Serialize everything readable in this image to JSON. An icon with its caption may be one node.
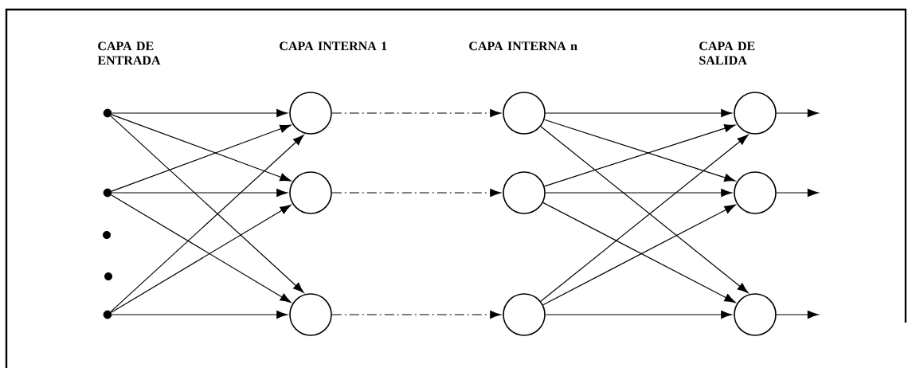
{
  "diagram": {
    "nodes": [
      {
        "text": [],
        "shape": "dot"
      },
      {
        "text": [],
        "shape": "dot"
      },
      {
        "text": [],
        "shape": "dot"
      },
      {
        "text": [],
        "shape": "circle"
      },
      {
        "text": [],
        "shape": "circle"
      },
      {
        "text": [],
        "shape": "circle"
      },
      {
        "text": [],
        "shape": "circle"
      },
      {
        "text": [],
        "shape": "circle"
      },
      {
        "text": [],
        "shape": "circle"
      },
      {
        "text": [],
        "shape": "circle"
      },
      {
        "text": [],
        "shape": "circle"
      },
      {
        "text": [],
        "shape": "circle"
      }
    ],
    "edges": [
      {
        "from": 0,
        "to": 3,
        "arrow": "to"
      },
      {
        "from": 0,
        "to": 4,
        "arrow": "to"
      },
      {
        "from": 0,
        "to": 5,
        "arrow": "to"
      },
      {
        "from": 1,
        "to": 3,
        "arrow": "to"
      },
      {
        "from": 1,
        "to": 4,
        "arrow": "to"
      },
      {
        "from": 1,
        "to": 5,
        "arrow": "to"
      },
      {
        "from": 2,
        "to": 3,
        "arrow": "to"
      },
      {
        "from": 2,
        "to": 4,
        "arrow": "to"
      },
      {
        "from": 2,
        "to": 5,
        "arrow": "to"
      },
      {
        "from": 3,
        "to": 6,
        "arrow": "to",
        "style": "dashed"
      },
      {
        "from": 4,
        "to": 7,
        "arrow": "to",
        "style": "dashed"
      },
      {
        "from": 5,
        "to": 8,
        "arrow": "to",
        "style": "dashed"
      },
      {
        "from": 6,
        "to": 9,
        "arrow": "to"
      },
      {
        "from": 6,
        "to": 10,
        "arrow": "to"
      },
      {
        "from": 6,
        "to": 11,
        "arrow": "to"
      },
      {
        "from": 7,
        "to": 9,
        "arrow": "to"
      },
      {
        "from": 7,
        "to": 10,
        "arrow": "to"
      },
      {
        "from": 7,
        "to": 11,
        "arrow": "to"
      },
      {
        "from": 8,
        "to": 9,
        "arrow": "to"
      },
      {
        "from": 8,
        "to": 10,
        "arrow": "to"
      },
      {
        "from": 8,
        "to": 11,
        "arrow": "to"
      },
      {
        "from": 9,
        "to": null,
        "arrow": "to"
      },
      {
        "from": 10,
        "to": null,
        "arrow": "to"
      },
      {
        "from": 11,
        "to": null,
        "arrow": "to"
      }
    ],
    "labels": [
      "CAPA DE ENTRADA",
      "CAPA INTERNA 1",
      "CAPA INTERNA n",
      "CAPA DE SALIDA"
    ]
  }
}
